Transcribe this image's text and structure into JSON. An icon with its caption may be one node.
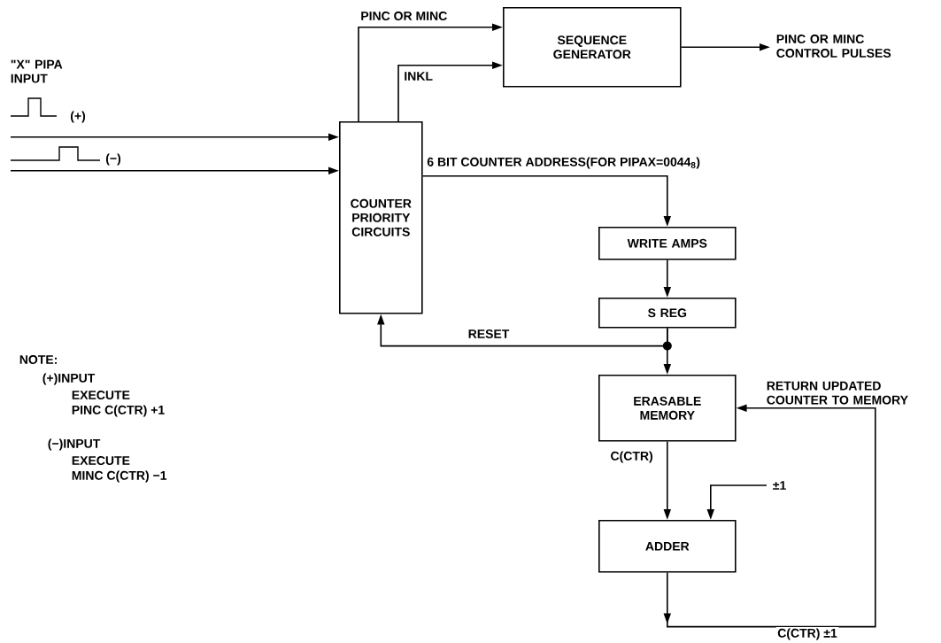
{
  "diagram": {
    "nodes": [
      {
        "text": [
          "COUNTER PRIORITY CIRCUITS"
        ]
      },
      {
        "text": [
          "SEQUENCE GENERATOR"
        ]
      },
      {
        "text": [
          "PINC OR MINC CONTROL PULSES"
        ]
      },
      {
        "text": [
          "WRITE AMPS"
        ]
      },
      {
        "text": [
          "S REG"
        ]
      },
      {
        "text": [
          "ERASABLE MEMORY"
        ]
      },
      {
        "text": [
          "ADDER"
        ]
      },
      {
        "text": [
          "±1"
        ]
      }
    ],
    "edges": [
      {
        "from": null,
        "to": 0,
        "arrow": "to"
      },
      {
        "from": null,
        "to": 0,
        "arrow": "to"
      },
      {
        "from": 0,
        "to": 1,
        "arrow": "to",
        "label": "PINC OR MINC"
      },
      {
        "from": 0,
        "to": 1,
        "arrow": "to",
        "label": "INKL"
      },
      {
        "from": 1,
        "to": 2,
        "arrow": "to"
      },
      {
        "from": 0,
        "to": 3,
        "arrow": "to",
        "label": "6 BIT COUNTER ADDRESS(FOR PIPAX=0044$_{8}$)"
      },
      {
        "from": 3,
        "to": 4,
        "arrow": "to"
      },
      {
        "from": 4,
        "to": 0,
        "arrow": "to",
        "label": "RESET"
      },
      {
        "from": 4,
        "to": 5,
        "arrow": "to"
      },
      {
        "from": 5,
        "to": 6,
        "arrow": "to",
        "label": "C(CTR)"
      },
      {
        "from": 7,
        "to": 6,
        "arrow": "to"
      },
      {
        "from": 6,
        "to": 5,
        "arrow": "to",
        "label": "C(CTR) ±1"
      }
    ],
    "labels": [
      "\"X\" PIPA INPUT",
      "(+)",
      "(−)",
      "RETURN UPDATED COUNTER TO MEMORY",
      "NOTE:",
      "(+)INPUT",
      "EXECUTE",
      "PINC C(CTR) +1",
      "(−)INPUT",
      "EXECUTE",
      "MINC C(CTR) −1"
    ]
  }
}
